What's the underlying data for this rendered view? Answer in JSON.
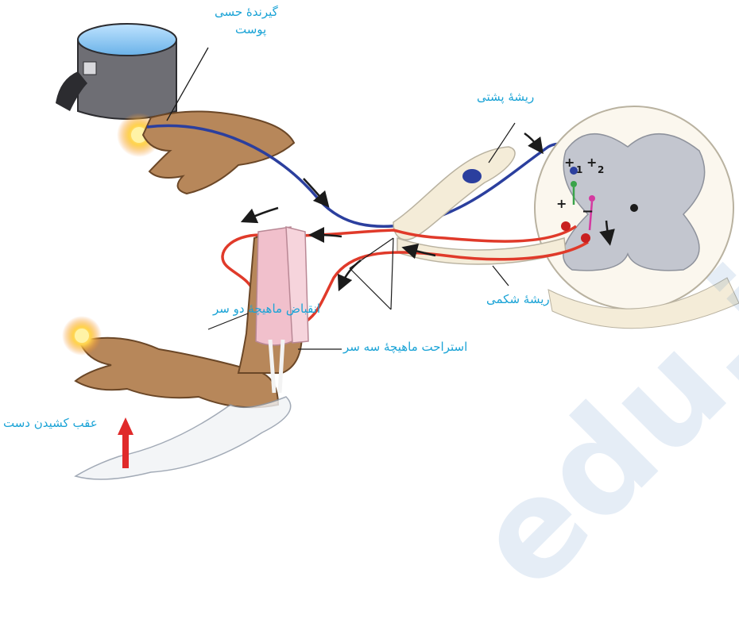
{
  "labels": {
    "sensory_receptor_line1": "گیرندهٔ حسی",
    "sensory_receptor_line2": "پوست",
    "dorsal_root": "ریشهٔ پشتی",
    "ventral_root": "ریشهٔ شکمی",
    "biceps_contraction": "انقباض ماهیچهٔ دو سر",
    "triceps_relaxation": "استراحت ماهیچهٔ سه سر",
    "hand_withdrawal": "عقب کشیدن دست"
  },
  "synapse_marks": {
    "plus_1": "+",
    "num_1": "1",
    "plus_2": "+",
    "num_2": "2",
    "plus_3": "+",
    "minus": "−"
  },
  "watermark": "edu.i",
  "colors": {
    "label_text": "#1aa3d6",
    "sensory_neuron": "#2b3f9e",
    "motor_neuron": "#e03a2a",
    "arrow_red": "#e02a2a",
    "skin": "#b7875a",
    "muscle": "#f1c0cc",
    "spinal_white": "#fbf7ee",
    "spinal_grey": "#c3c6cf",
    "root_sheath": "#f4ecd8"
  },
  "icons": [
    "pot-icon",
    "hot-spot-icon",
    "hand-icon",
    "spinal-cord-icon",
    "muscle-icon",
    "arm-icon",
    "neuron-icon",
    "arrow-icon"
  ]
}
